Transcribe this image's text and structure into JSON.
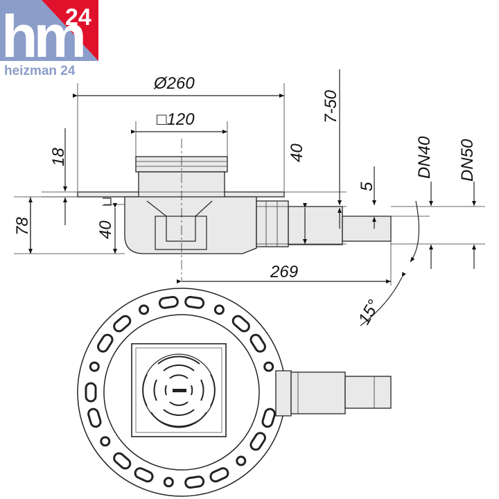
{
  "logo": {
    "letters": "hm",
    "number": "24",
    "caption": "heizman 24",
    "colors": {
      "red": "#e0112b",
      "blue": "#8b9dc9",
      "light": "#c9d2ea"
    }
  },
  "dimensions": {
    "diameter": "Ø260",
    "grate": "□120",
    "d18": "18",
    "d78": "78",
    "d40_left": "40",
    "d40_right": "40",
    "d7_50": "7-50",
    "d5": "5",
    "dn40": "DN40",
    "dn50": "DN50",
    "d269": "269",
    "angle": "15°"
  }
}
